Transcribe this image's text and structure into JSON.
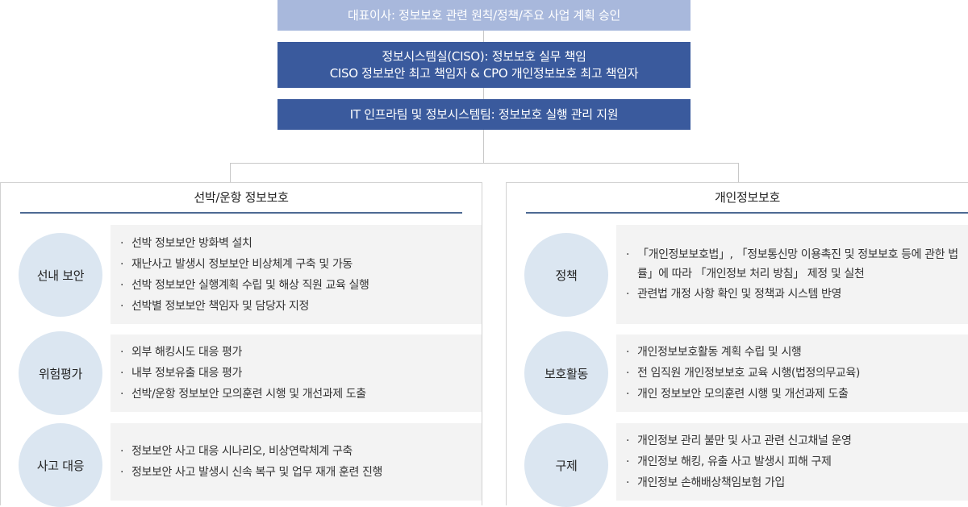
{
  "colors": {
    "top_box_light": "#a8b8dc",
    "top_box_dark": "#3a5a9d",
    "panel_underline": "#4d6a93",
    "circle_fill": "#dbe6f1",
    "items_fill": "#f3f3f3",
    "connector": "#c8c8c8"
  },
  "hierarchy": [
    {
      "lines": [
        "대표이사: 정보보호 관련 원칙/정책/주요 사업 계획 승인"
      ]
    },
    {
      "lines": [
        "정보시스템실(CISO): 정보보호 실무 책임",
        "CISO 정보보안 최고 책임자 & CPO 개인정보보호 최고 책임자"
      ]
    },
    {
      "lines": [
        "IT 인프라팀 및 정보시스템팀: 정보보호 실행 관리 지원"
      ]
    }
  ],
  "panels": [
    {
      "title": "선박/운항 정보보호",
      "rows": [
        {
          "label": "선내 보안",
          "items": [
            "선박 정보보안 방화벽 설치",
            "재난사고 발생시 정보보안 비상체계 구축 및 가동",
            "선박 정보보안 실행계획 수립 및 해상 직원 교육 실행",
            "선박별 정보보안 책임자 및 담당자 지정"
          ]
        },
        {
          "label": "위험평가",
          "items": [
            "외부 해킹시도 대응 평가",
            "내부 정보유출 대응 평가",
            "선박/운항 정보보안 모의훈련 시행 및 개선과제 도출"
          ]
        },
        {
          "label": "사고 대응",
          "items": [
            "정보보안 사고 대응 시나리오, 비상연락체계 구축",
            "정보보안 사고 발생시 신속 복구 및 업무 재개 훈련 진행"
          ]
        }
      ]
    },
    {
      "title": "개인정보보호",
      "rows": [
        {
          "label": "정책",
          "items": [
            "「개인정보보호법」, 「정보통신망 이용촉진 및 정보보호 등에 관한 법률」에 따라 「개인정보 처리 방침」 제정 및 실천",
            "관련법 개정 사항 확인 및 정책과 시스템 반영"
          ]
        },
        {
          "label": "보호활동",
          "items": [
            "개인정보보호활동 계획 수립 및 시행",
            "전 임직원 개인정보보호 교육 시행(법정의무교육)",
            "개인 정보보안 모의훈련 시행 및 개선과제 도출"
          ]
        },
        {
          "label": "구제",
          "items": [
            "개인정보 관리 불만 및 사고 관련 신고채널 운영",
            "개인정보 해킹, 유출 사고 발생시 피해 구제",
            "개인정보 손해배상책임보험 가입"
          ]
        }
      ]
    }
  ]
}
